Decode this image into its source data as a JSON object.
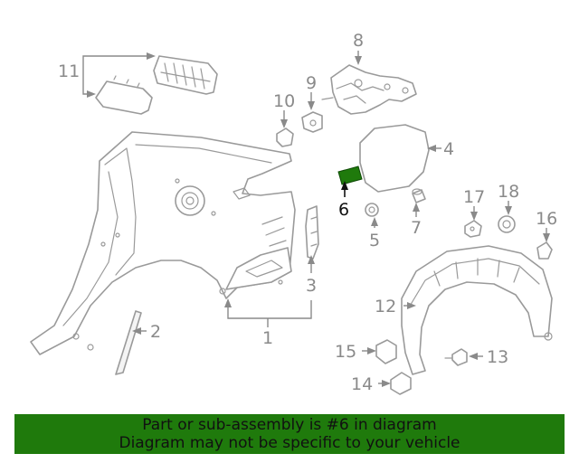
{
  "diagram": {
    "callouts": {
      "c1": "1",
      "c2": "2",
      "c3": "3",
      "c4": "4",
      "c5": "5",
      "c6": "6",
      "c7": "7",
      "c8": "8",
      "c9": "9",
      "c10": "10",
      "c11": "11",
      "c12": "12",
      "c13": "13",
      "c14": "14",
      "c15": "15",
      "c16": "16",
      "c17": "17",
      "c18": "18"
    },
    "highlight_color": "#1f7a0c",
    "line_color": "#9a9a9a"
  },
  "banner": {
    "line1": "Part or sub-assembly is #6 in diagram",
    "line2": "Diagram may not be specific to your vehicle",
    "color": "#1f7a0c"
  }
}
